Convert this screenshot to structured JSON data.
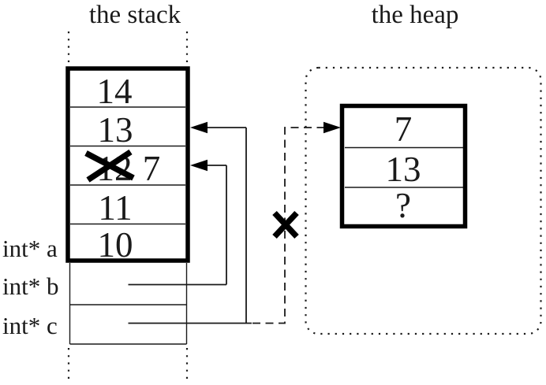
{
  "titles": {
    "stack": "the stack",
    "heap": "the heap"
  },
  "stack": {
    "frame_cells": [
      {
        "value": "14"
      },
      {
        "value": "13"
      },
      {
        "value": "12",
        "status": "crossed-out",
        "new_value": "7"
      },
      {
        "value": "11"
      },
      {
        "value": "10"
      }
    ],
    "variables": [
      {
        "label": "int* a"
      },
      {
        "label": "int* b"
      },
      {
        "label": "int* c"
      }
    ]
  },
  "heap": {
    "object_cells": [
      {
        "value": "7"
      },
      {
        "value": "13"
      },
      {
        "value": "?"
      }
    ]
  },
  "annotations": {
    "crossed_out_stack_value": "12",
    "replacement_value": "7",
    "invalid_pointer_marker": "x",
    "unknown_value_marker": "?"
  },
  "colors": {
    "ink": "#000000",
    "background": "#ffffff"
  }
}
